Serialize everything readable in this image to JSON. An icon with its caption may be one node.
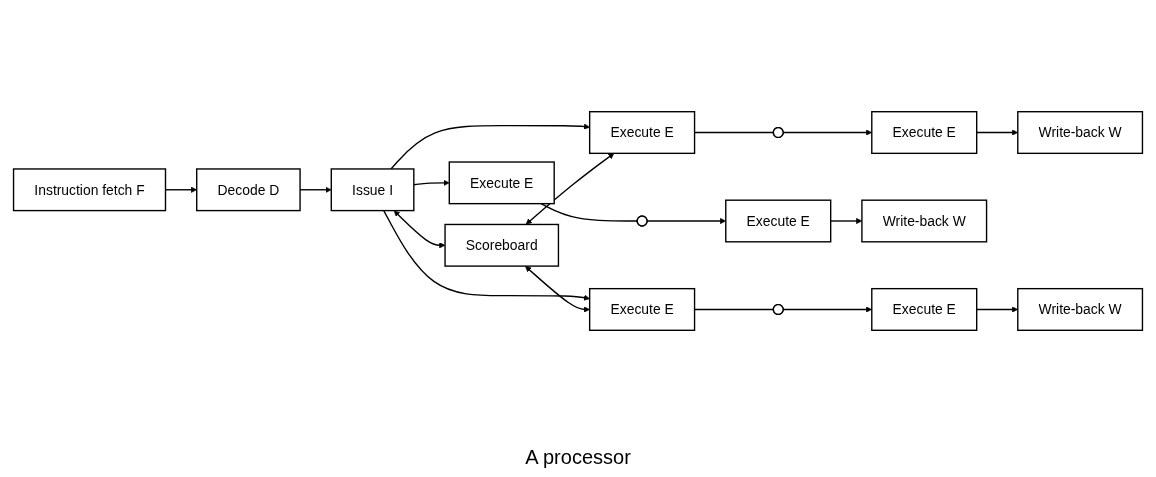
{
  "diagram": {
    "caption": "A processor",
    "nodes": [
      {
        "text": [
          "Instruction fetch F"
        ]
      },
      {
        "text": [
          "Decode D"
        ]
      },
      {
        "text": [
          "Issue I"
        ]
      },
      {
        "text": [
          "Execute E"
        ]
      },
      {
        "text": [],
        "shape": "dots"
      },
      {
        "text": [
          "Execute E"
        ]
      },
      {
        "text": [
          "Write-back W"
        ]
      },
      {
        "text": [
          "Execute E"
        ]
      },
      {
        "text": [],
        "shape": "dots"
      },
      {
        "text": [
          "Execute E"
        ]
      },
      {
        "text": [
          "Write-back W"
        ]
      },
      {
        "text": [
          "Scoreboard"
        ]
      },
      {
        "text": [
          "Execute E"
        ]
      },
      {
        "text": [],
        "shape": "dots"
      },
      {
        "text": [
          "Execute E"
        ]
      },
      {
        "text": [
          "Write-back W"
        ]
      }
    ],
    "edges": [
      {
        "from": 0,
        "to": 1,
        "arrow": "to"
      },
      {
        "from": 1,
        "to": 2,
        "arrow": "to"
      },
      {
        "from": 2,
        "to": 3,
        "arrow": "to"
      },
      {
        "from": 2,
        "to": 7,
        "arrow": "to"
      },
      {
        "from": 2,
        "to": 12,
        "arrow": "to"
      },
      {
        "from": 3,
        "to": 4,
        "arrow": "none"
      },
      {
        "from": 4,
        "to": 5,
        "arrow": "to"
      },
      {
        "from": 5,
        "to": 6,
        "arrow": "to"
      },
      {
        "from": 7,
        "to": 8,
        "arrow": "none"
      },
      {
        "from": 8,
        "to": 9,
        "arrow": "to"
      },
      {
        "from": 9,
        "to": 10,
        "arrow": "to"
      },
      {
        "from": 12,
        "to": 13,
        "arrow": "none"
      },
      {
        "from": 13,
        "to": 14,
        "arrow": "to"
      },
      {
        "from": 14,
        "to": 15,
        "arrow": "to"
      },
      {
        "from": 2,
        "to": 11,
        "arrow": "both"
      },
      {
        "from": 11,
        "to": 3,
        "arrow": "both"
      },
      {
        "from": 11,
        "to": 12,
        "arrow": "both"
      }
    ]
  }
}
